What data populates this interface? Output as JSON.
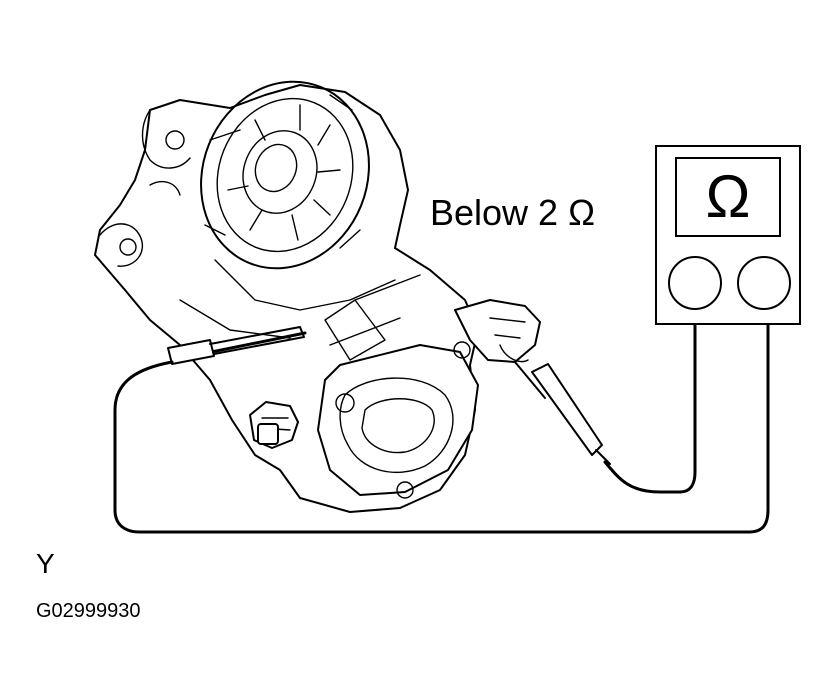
{
  "annotation": {
    "resistance_reading": "Below 2 Ω"
  },
  "meter": {
    "unit_symbol": "Ω"
  },
  "view_label": "Y",
  "figure_code": "G02999930"
}
